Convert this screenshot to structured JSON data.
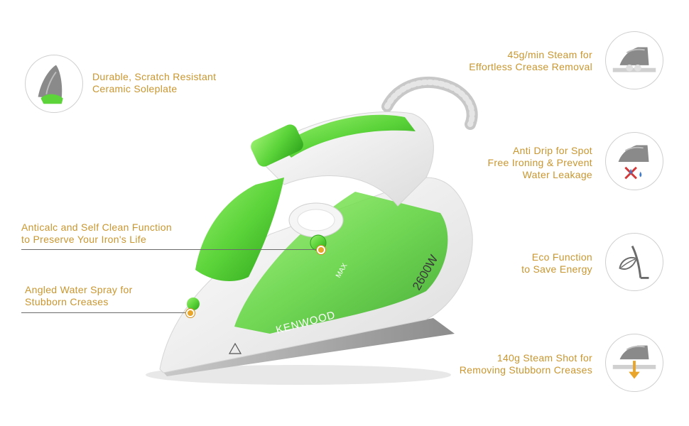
{
  "colors": {
    "accent_text": "#c9962f",
    "iron_green": "#5cd43a",
    "iron_green_dark": "#2ea51c",
    "iron_white": "#f4f4f4",
    "leader_dot": "#e8a52a"
  },
  "product": {
    "brand": "KENWOOD",
    "wattage": "2600W",
    "dial_label": "MAX"
  },
  "features_left": [
    {
      "id": "soleplate",
      "icon": "soleplate-icon",
      "lines": [
        "Durable, Scratch Resistant",
        "Ceramic Soleplate"
      ]
    },
    {
      "id": "anticalc",
      "lines": [
        "Anticalc and Self Clean Function",
        "to Preserve Your Iron's Life"
      ]
    },
    {
      "id": "spray",
      "lines": [
        "Angled Water Spray for",
        "Stubborn Creases"
      ]
    }
  ],
  "features_right": [
    {
      "id": "steam",
      "icon": "steam-icon",
      "lines": [
        "45g/min Steam for",
        "Effortless Crease Removal"
      ]
    },
    {
      "id": "antidrip",
      "icon": "anti-drip-icon",
      "lines": [
        "Anti Drip for Spot",
        "Free Ironing & Prevent",
        "Water Leakage"
      ]
    },
    {
      "id": "eco",
      "icon": "eco-leaf-icon",
      "lines": [
        "Eco Function",
        "to Save Energy"
      ]
    },
    {
      "id": "shot",
      "icon": "steam-shot-icon",
      "lines": [
        "140g Steam Shot for",
        "Removing Stubborn Creases"
      ]
    }
  ]
}
